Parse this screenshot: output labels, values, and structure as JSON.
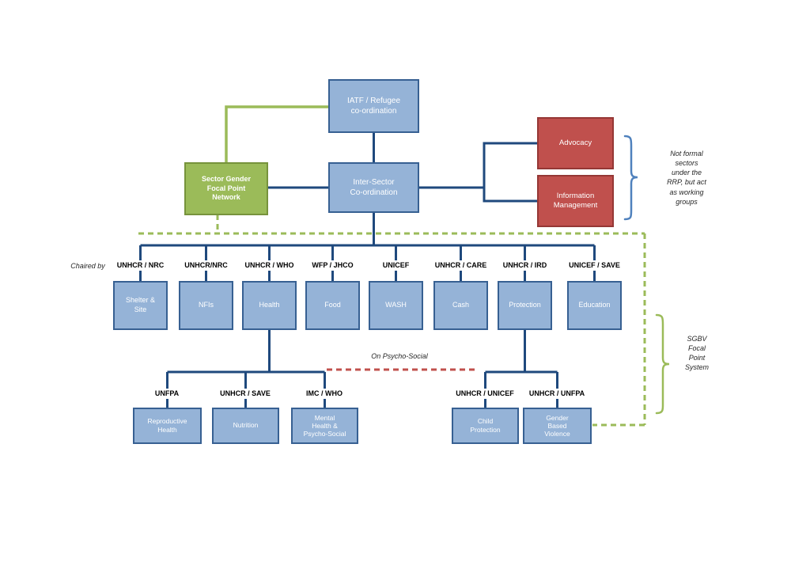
{
  "main_boxes": {
    "iatf": "IATF / Refugee\nco-ordination",
    "inter_sector": "Inter-Sector\nCo-ordination",
    "gender_network": "Sector Gender\nFocal Point\nNetwork",
    "advocacy": "Advocacy",
    "information_management": "Information\nManagement"
  },
  "annotations": {
    "not_formal_note": "Not formal\nsectors\nunder the\nRRP, but act\nas working\ngroups",
    "chaired_by": "Chaired by",
    "on_psycho_social": "On Psycho-Social",
    "sgbv_note": "SGBV\nFocal\nPoint\nSystem"
  },
  "sectors": [
    {
      "chair": "UNHCR / NRC",
      "label": "Shelter &\nSite"
    },
    {
      "chair": "UNHCR/NRC",
      "label": "NFIs"
    },
    {
      "chair": "UNHCR / WHO",
      "label": "Health"
    },
    {
      "chair": "WFP / JHCO",
      "label": "Food"
    },
    {
      "chair": "UNICEF",
      "label": "WASH"
    },
    {
      "chair": "UNHCR / CARE",
      "label": "Cash"
    },
    {
      "chair": "UNHCR / IRD",
      "label": "Protection"
    },
    {
      "chair": "UNICEF / SAVE",
      "label": "Education"
    }
  ],
  "health_subsectors": [
    {
      "chair": "UNFPA",
      "label": "Reproductive\nHealth"
    },
    {
      "chair": "UNHCR / SAVE",
      "label": "Nutrition"
    },
    {
      "chair": "IMC / WHO",
      "label": "Mental\nHealth &\nPsycho-Social"
    }
  ],
  "protection_subsectors": [
    {
      "chair": "UNHCR / UNICEF",
      "label": "Child\nProtection"
    },
    {
      "chair": "UNHCR / UNFPA",
      "label": "Gender\nBased\nViolence"
    }
  ],
  "colors": {
    "blue_fill": "#95b3d7",
    "blue_border": "#376092",
    "green_fill": "#9bbb59",
    "green_border": "#77933c",
    "red_fill": "#c0504d",
    "red_border": "#953735",
    "connector_blue": "#1f497d",
    "bracket_blue": "#4f81bd"
  }
}
